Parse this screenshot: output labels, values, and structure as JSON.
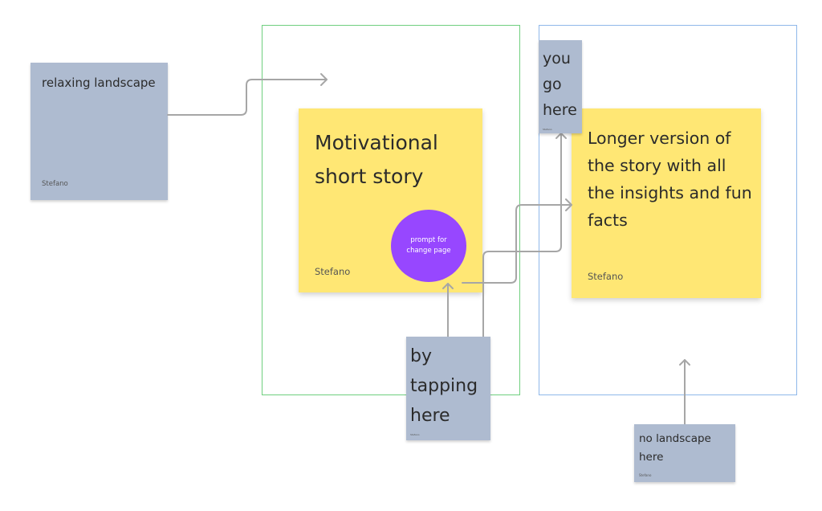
{
  "frames": [
    {
      "id": "left",
      "border_color": "#6fcf7f"
    },
    {
      "id": "right",
      "border_color": "#8fb8ea"
    }
  ],
  "notes": {
    "relaxing": {
      "text": "relaxing landscape",
      "author": "Stefano",
      "color": "#aebbd0"
    },
    "motivational": {
      "text": "Motivational short story",
      "author": "Stefano",
      "color": "#ffe774"
    },
    "longer": {
      "text": "Longer version of the story with all the insights and fun facts",
      "author": "Stefano",
      "color": "#ffe774"
    },
    "you_go_here": {
      "text": "you go here",
      "author": "Stefano",
      "color": "#aebbd0"
    },
    "by_tapping_here": {
      "text": "by tapping here",
      "author": "Stefano",
      "color": "#aebbd0"
    },
    "no_landscape": {
      "text": "no landscape here",
      "author": "Stefano",
      "color": "#aebbd0"
    }
  },
  "prompt_circle": {
    "text": "prompt for change page",
    "color": "#9747ff"
  },
  "connector_color": "#a6a6a6"
}
